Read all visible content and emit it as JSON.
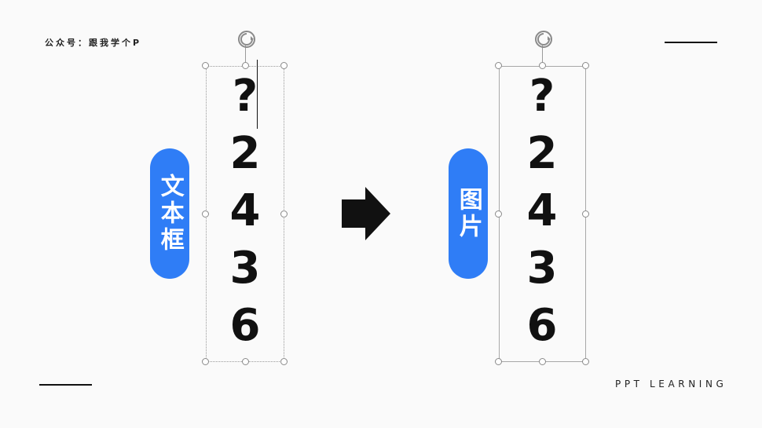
{
  "header": {
    "account_label": "公众号：跟我学个P"
  },
  "footer": {
    "brand": "PPT LEARNING"
  },
  "left_panel": {
    "label": "文本框",
    "items": [
      "?",
      "2",
      "4",
      "3",
      "6"
    ]
  },
  "right_panel": {
    "label": "图片",
    "items": [
      "?",
      "2",
      "4",
      "3",
      "6"
    ]
  },
  "colors": {
    "accent": "#2f7df6",
    "ink": "#111111"
  },
  "icons": [
    "rotate-handle-icon",
    "arrow-right-icon"
  ]
}
